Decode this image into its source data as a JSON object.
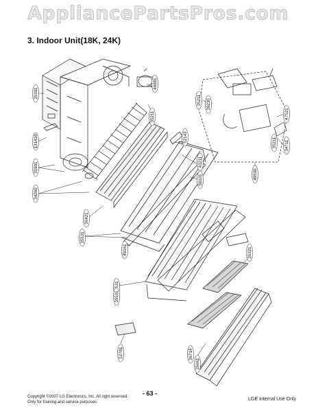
{
  "watermark": "AppliancePartsPros.com",
  "title": "3. Indoor Unit(18K, 24K)",
  "part_labels": [
    "35301",
    "131410",
    "35901",
    "34260",
    "36421",
    "35531",
    "46881",
    "35211",
    "52143",
    "43211",
    "59101",
    "49161",
    "35211",
    "47521",
    "34711",
    "35211",
    "39230",
    "49500",
    "35531",
    "35321",
    "52701",
    "35661",
    "35531",
    "36714"
  ],
  "footer": {
    "copyright": "Copyright ©2007 LG Electronics. Inc. All right reserved.",
    "training": "Only for training and service purposes",
    "page": "- 63 -",
    "internal": "LGE Internal Use Only"
  }
}
